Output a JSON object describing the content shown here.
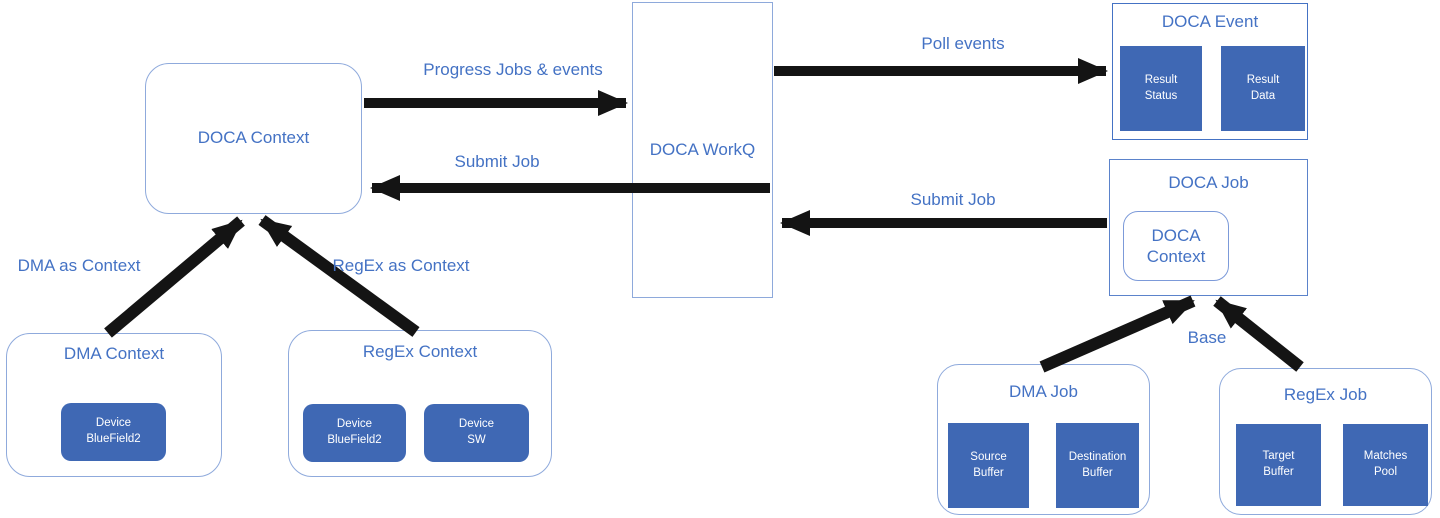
{
  "diagram": {
    "colors": {
      "accent_text": "#4472C4",
      "chip_fill": "#3F68B4",
      "light_border": "#8FAADC",
      "arrow": "#141414",
      "background": "#ffffff"
    },
    "nodes": {
      "doca_context": {
        "title": "DOCA Context"
      },
      "doca_workq": {
        "title": "DOCA WorkQ"
      },
      "doca_event": {
        "title": "DOCA Event",
        "items": [
          {
            "label": "Result\nStatus"
          },
          {
            "label": "Result\nData"
          }
        ]
      },
      "doca_job": {
        "title": "DOCA Job",
        "inner": "DOCA\nContext"
      },
      "dma_context": {
        "title": "DMA Context",
        "items": [
          {
            "label": "Device\nBlueField2"
          }
        ]
      },
      "regex_context": {
        "title": "RegEx Context",
        "items": [
          {
            "label": "Device\nBlueField2"
          },
          {
            "label": "Device\nSW"
          }
        ]
      },
      "dma_job": {
        "title": "DMA Job",
        "items": [
          {
            "label": "Source\nBuffer"
          },
          {
            "label": "Destination\nBuffer"
          }
        ]
      },
      "regex_job": {
        "title": "RegEx Job",
        "items": [
          {
            "label": "Target\nBuffer"
          },
          {
            "label": "Matches\nPool"
          }
        ]
      }
    },
    "edge_labels": {
      "progress": "Progress Jobs & events",
      "submit_job_left": "Submit Job",
      "poll_events": "Poll events",
      "submit_job_right": "Submit Job",
      "dma_as_context": "DMA as Context",
      "regex_as_context": "RegEx as Context",
      "base": "Base"
    }
  }
}
